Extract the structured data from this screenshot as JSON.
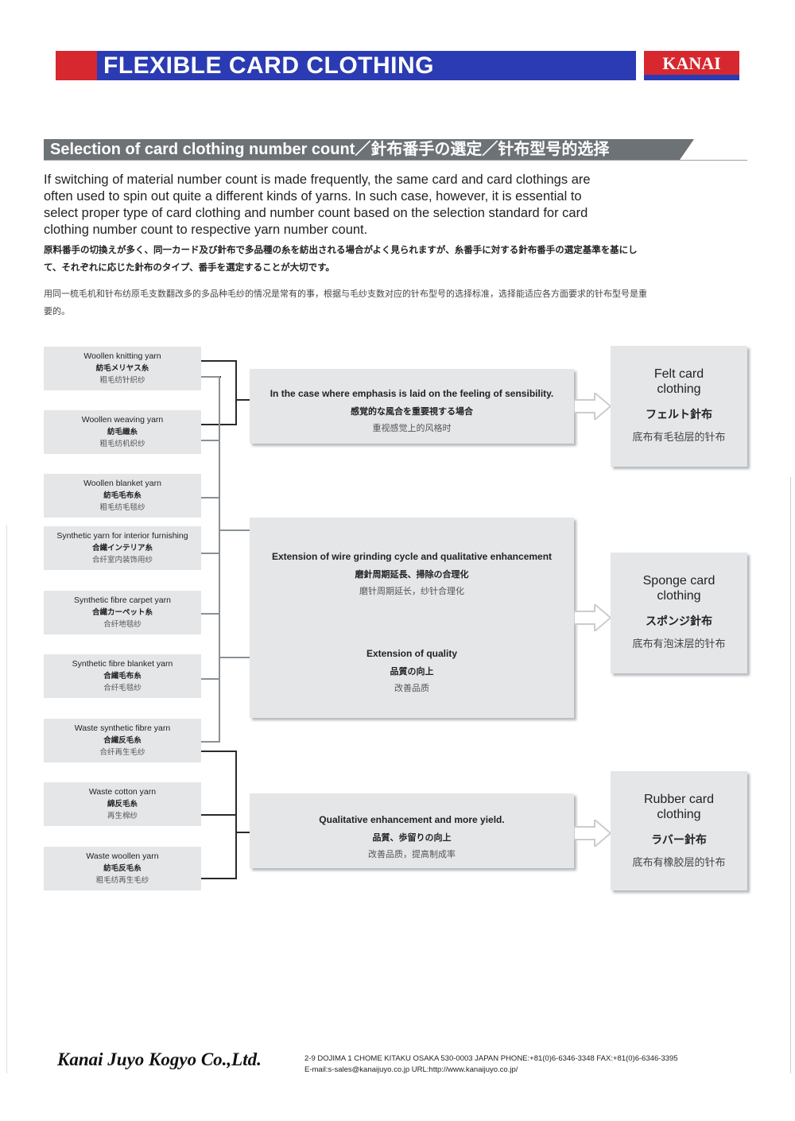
{
  "header": {
    "title": "FLEXIBLE CARD CLOTHING",
    "logo": "KANAI"
  },
  "section": {
    "title": "Selection of card clothing number count／針布番手の選定／针布型号的选择"
  },
  "intro": {
    "en": "If switching of material number count is made frequently, the same card and card clothings are often used to spin out quite a different kinds of yarns. In such case, however, it is essential to select proper type of card clothing and number count based on the selection standard for card clothing number count to respective yarn number count.",
    "ja": "原料番手の切換えが多く、同一カード及び針布で多品種の糸を紡出される場合がよく見られますが、糸番手に対する針布番手の選定基準を基にして、それぞれに応じた針布のタイプ、番手を選定することが大切です。",
    "zh": "用同一梳毛机和针布纺原毛支数翻改多的多品种毛纱的情况是常有的事，根据与毛纱支数对应的针布型号的选择标准，选择能适应各方面要求的针布型号是重要的。"
  },
  "yarns": [
    {
      "en": "Woollen knitting yarn",
      "ja": "紡毛メリヤス糸",
      "zh": "粗毛纺针织纱"
    },
    {
      "en": "Woollen weaving yarn",
      "ja": "紡毛織糸",
      "zh": "粗毛纺机织纱"
    },
    {
      "en": "Woollen blanket yarn",
      "ja": "紡毛毛布糸",
      "zh": "粗毛纺毛毯纱"
    },
    {
      "en": "Synthetic yarn for interior furnishing",
      "ja": "合繊インテリア糸",
      "zh": "合纤室内装饰用纱"
    },
    {
      "en": "Synthetic fibre carpet yarn",
      "ja": "合繊カーペット糸",
      "zh": "合纤地毯纱"
    },
    {
      "en": "Synthetic fibre blanket yarn",
      "ja": "合繊毛布糸",
      "zh": "合纤毛毯纱"
    },
    {
      "en": "Waste synthetic fibre yarn",
      "ja": "合繊反毛糸",
      "zh": "合纤再生毛纱"
    },
    {
      "en": "Waste cotton yarn",
      "ja": "綿反毛糸",
      "zh": "再生棉纱"
    },
    {
      "en": "Waste woollen yarn",
      "ja": "紡毛反毛糸",
      "zh": "粗毛纺再生毛纱"
    }
  ],
  "middle": [
    {
      "en": "In the case where emphasis is laid on the feeling of sensibility.",
      "ja": "感覚的な風合を重要視する場合",
      "zh": "重视感觉上的风格时"
    },
    {
      "en": "Extension of wire grinding cycle and qualitative enhancement",
      "ja": "磨針周期延長、掃除の合理化",
      "zh": "磨针周期延长，纱针合理化",
      "en2": "Extension of quality",
      "ja2": "品質の向上",
      "zh2": "改善品质"
    },
    {
      "en": "Qualitative enhancement and more yield.",
      "ja": "品質、歩留りの向上",
      "zh": "改善品质，提高制成率"
    }
  ],
  "results": [
    {
      "en": "Felt card clothing",
      "ja": "フェルト針布",
      "zh": "底布有毛毡层的针布"
    },
    {
      "en": "Sponge card clothing",
      "ja": "スポンジ針布",
      "zh": "底布有泡沫层的针布"
    },
    {
      "en": "Rubber card clothing",
      "ja": "ラバー針布",
      "zh": "底布有橡胶层的针布"
    }
  ],
  "footer": {
    "company": "Kanai Juyo Kogyo Co.,Ltd.",
    "address": "2-9 DOJIMA 1 CHOME KITAKU OSAKA 530-0003 JAPAN PHONE:+81(0)6-6346-3348 FAX:+81(0)6-6346-3395",
    "email": "E-mail:s-sales@kanaijuyo.co.jp URL:http://www.kanaijuyo.co.jp/"
  },
  "colors": {
    "blue": "#2b3bb3",
    "red": "#d7282f",
    "box": "#e4e6e8",
    "heading": "#6d7276"
  }
}
